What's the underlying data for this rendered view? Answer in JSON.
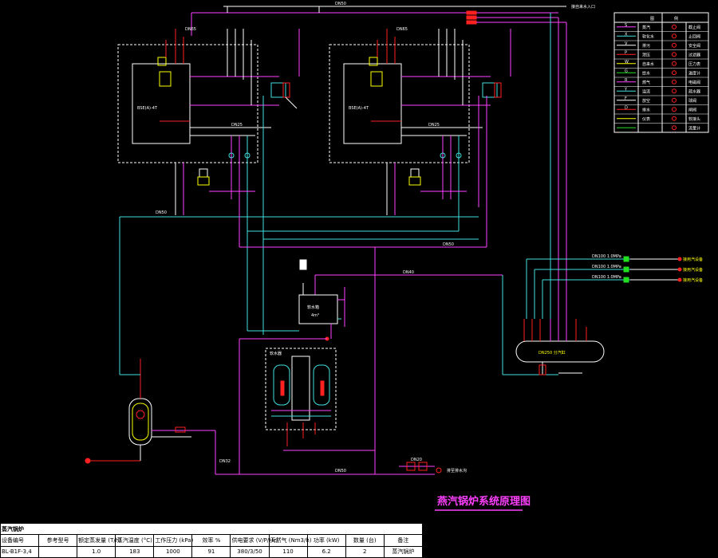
{
  "diagram": {
    "title": "燕汽锅炉系统原理图",
    "boiler_labels": [
      "BSE(A)-4T",
      "BSE(A)-4T"
    ],
    "tank_label": "软水箱",
    "tank_volume": "4m³",
    "header_label": "DN250 分汽缸",
    "treatment_label": "软水器",
    "top_pipe_label": "DN50",
    "top_right_note": "接自来水入口",
    "bottom_pipe_label": "DN50",
    "bottom_right_note": "排至排水沟",
    "outlets": [
      {
        "pipe": "DN100 1.0MPa",
        "dest": "接用汽设备"
      },
      {
        "pipe": "DN100 1.0MPa",
        "dest": "接用汽设备"
      },
      {
        "pipe": "DN100 1.0MPa",
        "dest": "接用汽设备"
      }
    ],
    "pipe_tags": [
      "DN65",
      "DN65",
      "DN50",
      "DN25",
      "DN25",
      "DN50",
      "DN40",
      "DN32",
      "DN20"
    ]
  },
  "legend": {
    "header": [
      "图",
      "例"
    ],
    "rows": [
      [
        "S",
        "蒸汽",
        "截止阀"
      ],
      [
        "X",
        "软化水",
        "止回阀"
      ],
      [
        "V",
        "排污",
        "安全阀"
      ],
      [
        "P",
        "泄压",
        "过滤器"
      ],
      [
        "W",
        "自来水",
        "压力表"
      ],
      [
        "G",
        "给水",
        "温度计"
      ],
      [
        "R",
        "燃气",
        "电磁阀"
      ],
      [
        "Y",
        "溢流",
        "疏水器"
      ],
      [
        "F",
        "放空",
        "球阀"
      ],
      [
        "D",
        "排水",
        "闸阀"
      ],
      [
        "",
        "仪表",
        "软接头"
      ],
      [
        "",
        "",
        "流量计"
      ]
    ]
  },
  "spec_table": {
    "title": "蒸汽锅炉",
    "headers": [
      "设备编号",
      "参考型号",
      "额定蒸发量",
      "蒸汽温度",
      "工作压力",
      "效率",
      "供电要求",
      "天然气",
      "功率",
      "数量",
      "备注"
    ],
    "units": [
      "",
      "",
      "(T/h)",
      "(°C)",
      "(kPa)",
      "%",
      "(V/P/Hz)",
      "(Nm3/h)",
      "(kW)",
      "(台)",
      ""
    ],
    "row": [
      "BL-B1F-3,4",
      "",
      "1.0",
      "183",
      "1000",
      "91",
      "380/3/50",
      "110",
      "6.2",
      "2",
      "蒸汽锅炉"
    ]
  }
}
